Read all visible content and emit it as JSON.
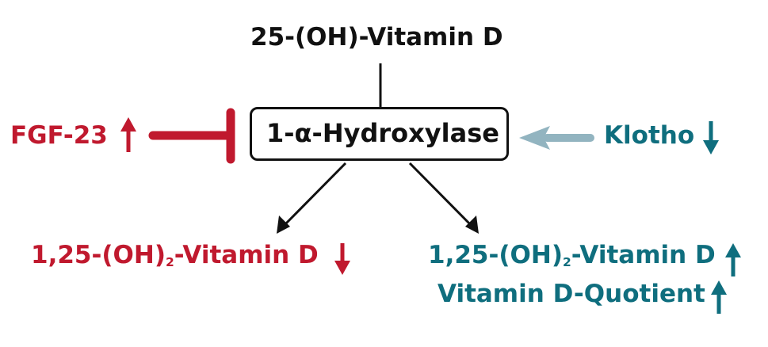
{
  "diagram": {
    "top_node": "25-(OH)-Vitamin D",
    "enzyme_prefix": "1-",
    "enzyme_greek": "α",
    "enzyme_suffix": "-Hydroxylase",
    "inhibitor": "FGF-23",
    "activator": "Klotho",
    "left_product_prefix": "1,25-(OH)",
    "left_product_subscript": "2",
    "left_product_suffix": "-Vitamin D",
    "right_product_prefix": "1,25-(OH)",
    "right_product_subscript": "2",
    "right_product_suffix": "-Vitamin D",
    "right_quotient": "Vitamin D-Quotient"
  },
  "colors": {
    "dark": "#111111",
    "red": "#c0192e",
    "teal": "#0f6e7e",
    "light_blue": "#92b4c0"
  }
}
